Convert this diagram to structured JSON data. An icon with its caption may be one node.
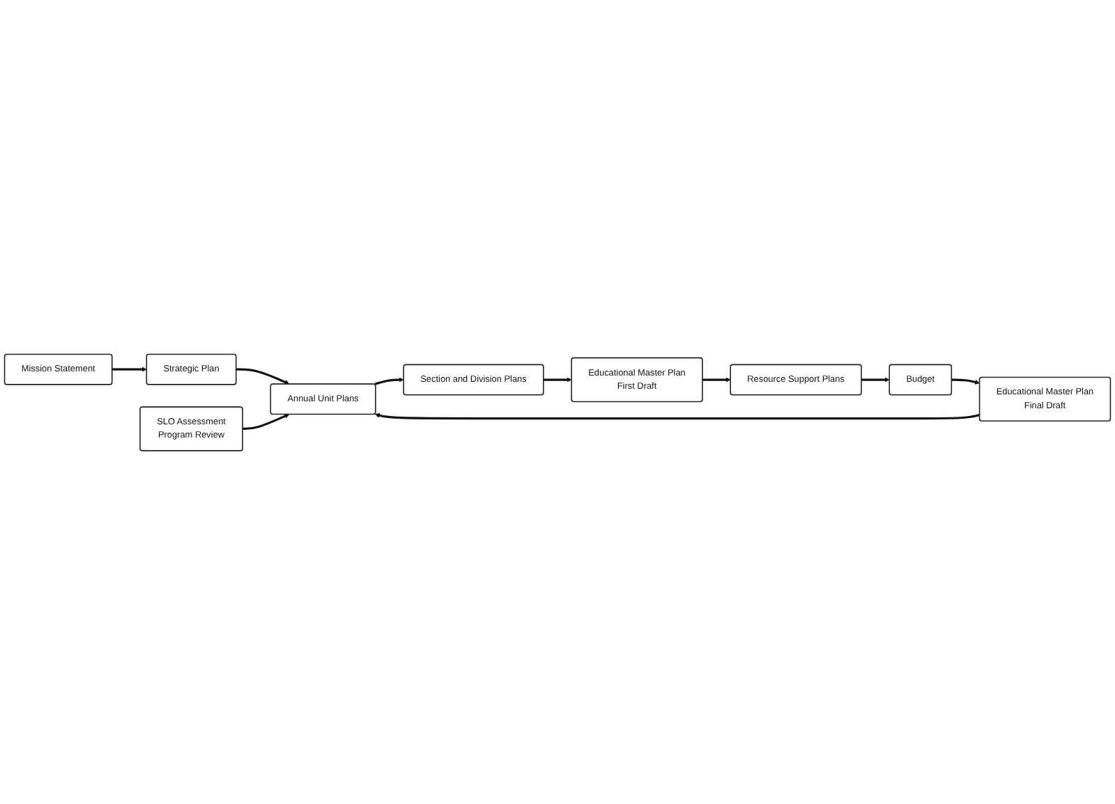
{
  "diagram": {
    "nodes": [
      {
        "text": [
          "Mission Statement"
        ]
      },
      {
        "text": [
          "Strategic Plan"
        ]
      },
      {
        "text": [
          "SLO Assessment",
          "Program Review"
        ]
      },
      {
        "text": [
          "Annual Unit Plans"
        ]
      },
      {
        "text": [
          "Section and Division Plans"
        ]
      },
      {
        "text": [
          "Educational Master Plan",
          "First Draft"
        ]
      },
      {
        "text": [
          "Resource Support Plans"
        ]
      },
      {
        "text": [
          "Budget"
        ]
      },
      {
        "text": [
          "Educational Master Plan",
          "Final Draft"
        ]
      }
    ],
    "edges": [
      {
        "from": 0,
        "to": 1,
        "arrow": "to"
      },
      {
        "from": 1,
        "to": 3,
        "arrow": "to"
      },
      {
        "from": 8,
        "to": 3,
        "arrow": "to"
      },
      {
        "from": 2,
        "to": 3,
        "arrow": "to"
      },
      {
        "from": 3,
        "to": 4,
        "arrow": "to"
      },
      {
        "from": 4,
        "to": 5,
        "arrow": "to"
      },
      {
        "from": 5,
        "to": 6,
        "arrow": "to"
      },
      {
        "from": 6,
        "to": 7,
        "arrow": "to"
      },
      {
        "from": 7,
        "to": 8,
        "arrow": "to"
      }
    ]
  }
}
